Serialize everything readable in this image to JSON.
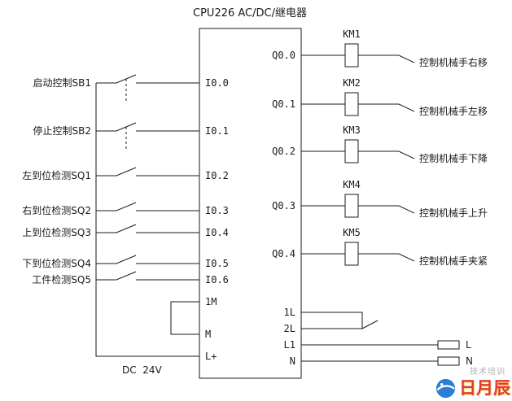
{
  "title": "CPU226 AC/DC/继电器",
  "inputs": [
    {
      "pin": "I0.0",
      "label": "启动控制SB1"
    },
    {
      "pin": "I0.1",
      "label": "停止控制SB2"
    },
    {
      "pin": "I0.2",
      "label": "左到位检测SQ1"
    },
    {
      "pin": "I0.3",
      "label": "右到位检测SQ2"
    },
    {
      "pin": "I0.4",
      "label": "上到位检测SQ3"
    },
    {
      "pin": "I0.5",
      "label": "下到位检测SQ4"
    },
    {
      "pin": "I0.6",
      "label": "工件检测SQ5"
    }
  ],
  "power_pins": [
    "1M",
    "M",
    "L+"
  ],
  "outputs": [
    {
      "pin": "Q0.0",
      "coil": "KM1",
      "label": "控制机械手右移"
    },
    {
      "pin": "Q0.1",
      "coil": "KM2",
      "label": "控制机械手左移"
    },
    {
      "pin": "Q0.2",
      "coil": "KM3",
      "label": "控制机械手下降"
    },
    {
      "pin": "Q0.3",
      "coil": "KM4",
      "label": "控制机械手上升"
    },
    {
      "pin": "Q0.4",
      "coil": "KM5",
      "label": "控制机械手夹紧"
    }
  ],
  "ac_pins": [
    "1L",
    "2L",
    "L1",
    "N"
  ],
  "supply_label": "DC  24V",
  "terminals": {
    "line": "L",
    "neutral": "N"
  },
  "watermark": {
    "brand": "日月辰",
    "tagline": "技术培训",
    "brand_color": "#e23a2c",
    "logo_color": "#2a7fd4"
  },
  "colors": {
    "wire": "#1a1a1a",
    "background": "#ffffff"
  }
}
